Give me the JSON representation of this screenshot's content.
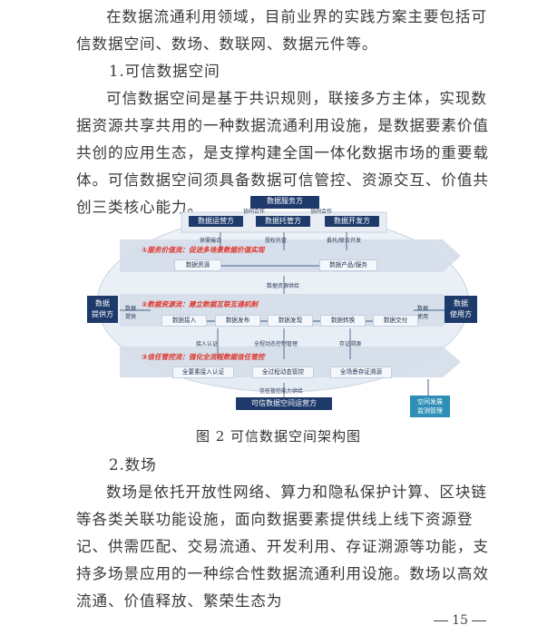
{
  "intro": {
    "line1": "在数据流通利用领域，目前业界的实践方案主要包括可信数据",
    "line2": "空间、数场、数联网、数据元件等。"
  },
  "section1": {
    "heading": "1.可信数据空间",
    "body": "可信数据空间是基于共识规则，联接多方主体，实现数据资源共享共用的一种数据流通利用设施，是数据要素价值共创的应用生态，是支撑构建全国一体化数据市场的重要载体。可信数据空间须具备数据可信管控、资源交互、价值共创三类核心能力。"
  },
  "diagram": {
    "top_box": "数据服务方",
    "operators": [
      "数据运营方",
      "数据托管方",
      "数据开发方"
    ],
    "coop_labels": [
      "协同合作",
      "协同合作"
    ],
    "arrow_labels_top": [
      "供需撮合",
      "授权托管",
      "委托/联合开发"
    ],
    "flow1_title": "①服务价值流：促进多场景数据价值实现",
    "flow1_boxes": [
      "数据资源",
      "数据产品/服务"
    ],
    "supply_label": "数据资源供给",
    "flow2_title": "②数据资源流：建立数据互联互通机制",
    "flow2_boxes": [
      "数据接入",
      "数据发布",
      "数据发现",
      "数据转换",
      "数据交付"
    ],
    "provide_label": "数据\n提供",
    "use_label": "数据\n使用",
    "left_actor": "数据\n提供方",
    "right_actor": "数据\n使用方",
    "mid_labels": [
      "接入认证",
      "全程动态控制管理",
      "存证溯源"
    ],
    "flow3_title": "③信任管控流：强化全流程数据信任管控",
    "flow3_boxes": [
      "全要素接入认证",
      "全过程动态管控",
      "全场景存证溯源"
    ],
    "trust_label": "信任管控能力供给",
    "bottom_box": "可信数据空间运营方",
    "monitor": "空间发展\n监测管理"
  },
  "caption": "图 2  可信数据空间架构图",
  "section2": {
    "heading": "2.数场",
    "body": "数场是依托开放性网络、算力和隐私保护计算、区块链等各类关联功能设施，面向数据要素提供线上线下资源登记、供需匹配、交易流通、开发利用、存证溯源等功能，支持多场景应用的一种综合性数据流通利用设施。数场以高效流通、价值释放、繁荣生态为"
  },
  "page_number": "15",
  "colors": {
    "navy": "#1d3a6b",
    "flow_red": "#e0352b",
    "teal": "#2d8fb7",
    "band": "#dfe6ef"
  }
}
